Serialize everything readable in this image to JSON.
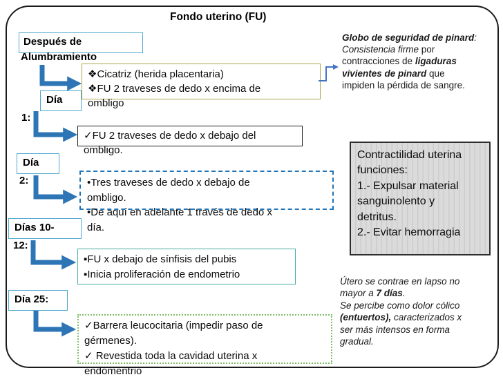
{
  "slide": {
    "title": "Fondo uterino (FU)",
    "labels": {
      "despues": {
        "line1": "Después de",
        "line2": "Alumbramiento"
      },
      "dia1": {
        "line1": "Día",
        "line2": "1:"
      },
      "dia2": {
        "line1": "Día",
        "line2": "2:"
      },
      "dias10_12": {
        "line1": "Días 10-",
        "line2": "12:"
      },
      "dia25": {
        "line1": "Día 25:"
      }
    },
    "boxes": {
      "alumbramiento": {
        "lines": [
          "❖Cicatriz (herida placentaria)",
          "❖FU 2 traveses de dedo x encima de",
          "ombligo"
        ]
      },
      "dia1": {
        "lines": [
          "✓FU 2 traveses de dedo x debajo del",
          "ombligo."
        ]
      },
      "dia2": {
        "lines": [
          "•Tres traveses de dedo x debajo de",
          "ombligo.",
          "•De aquí en adelante 1 través de dedo x",
          "día."
        ]
      },
      "dias10_12": {
        "lines": [
          "▪FU x debajo de sínfisis del pubis",
          "▪Inicia proliferación de endometrio"
        ]
      },
      "dia25": {
        "lines": [
          "✓Barrera leucocitaria (impedir paso de",
          "gérmenes).",
          "✓ Revestida toda la cavidad uterina x",
          "endomentrio"
        ]
      }
    },
    "notes": {
      "globo": {
        "lines": [
          [
            {
              "t": "Globo de seguridad de pinard",
              "b": true,
              "i": true
            },
            {
              "t": ":",
              "i": true
            }
          ],
          [
            {
              "t": "Consistencia firme",
              "i": true
            },
            {
              "t": " por"
            }
          ],
          [
            {
              "t": "contracciones de "
            },
            {
              "t": "ligaduras",
              "b": true,
              "i": true
            }
          ],
          [
            {
              "t": "vivientes de pinard",
              "b": true,
              "i": true
            },
            {
              "t": "  que"
            }
          ],
          [
            {
              "t": "impiden la pérdida de sangre."
            }
          ]
        ]
      },
      "contractilidad": {
        "lines": [
          "Contractilidad uterina",
          "funciones:",
          "1.- Expulsar material",
          "sanguinolento y",
          "detritus.",
          "2.- Evitar hemorragia"
        ]
      },
      "utero": {
        "lines": [
          [
            {
              "t": "Útero se contrae en lapso no",
              "i": true
            }
          ],
          [
            {
              "t": "mayor a ",
              "i": true
            },
            {
              "t": "7 días",
              "b": true,
              "i": true
            },
            {
              "t": ".",
              "i": true
            }
          ],
          [
            {
              "t": "Se percibe como dolor cólico",
              "i": true
            }
          ],
          [
            {
              "t": "(entuertos),",
              "b": true,
              "i": true
            },
            {
              "t": " caracterizados x",
              "i": true
            }
          ],
          [
            {
              "t": "ser más intensos en forma",
              "i": true
            }
          ],
          [
            {
              "t": "gradual.",
              "i": true
            }
          ]
        ]
      }
    },
    "colors": {
      "arrow_blue": "#2E75B6",
      "connector_blue": "#4472C4",
      "label_border": "#4FA7CE",
      "olive_border": "#A9A44A",
      "black_border": "#1A1A1A",
      "dashed_blue_border": "#2074B8",
      "teal_border": "#44ACA4",
      "green_dotted_border": "#7FBF63",
      "gray_box_fill": "#DBDBDB"
    }
  }
}
